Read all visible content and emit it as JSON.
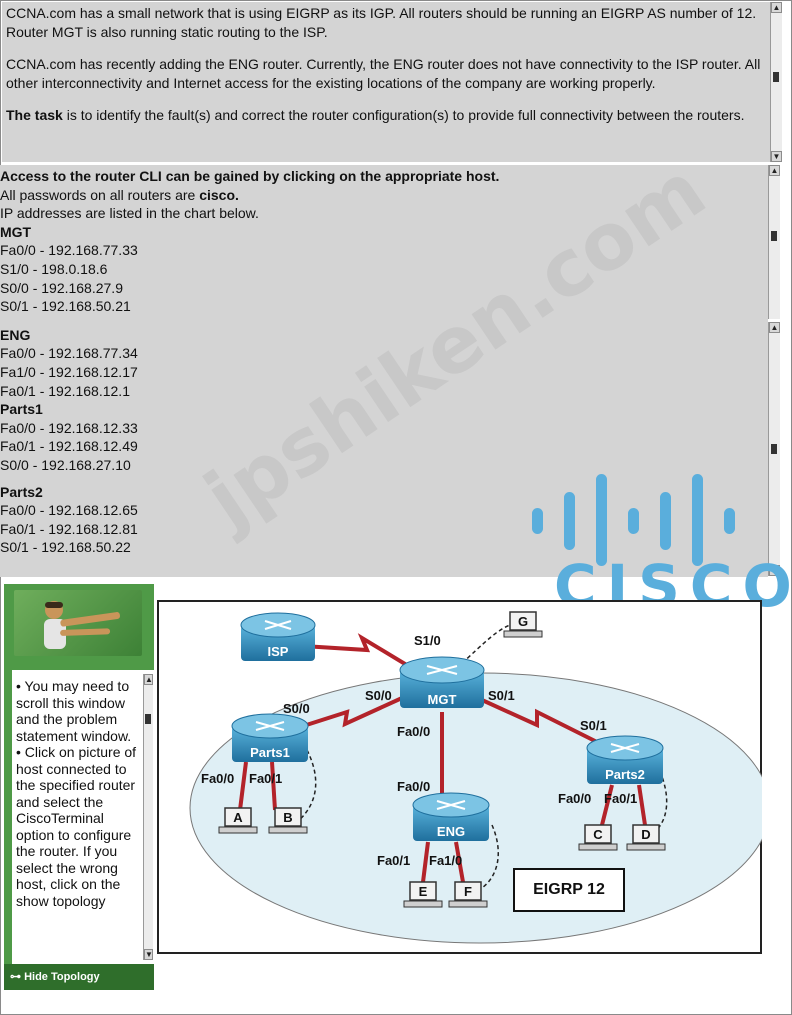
{
  "problem": {
    "para1": "CCNA.com has a small network that is using EIGRP as its IGP.  All routers should be running an EIGRP AS number of 12. Router MGT is also running static routing to the ISP.",
    "para2": "CCNA.com has recently adding the ENG router. Currently, the ENG router does not have connectivity to the ISP router. All other interconnectivity and Internet access for the existing locations of the company are working properly.",
    "task_label": "The task",
    "task_text": " is to identify the fault(s) and correct the router configuration(s) to provide full connectivity between  the routers."
  },
  "access": {
    "heading": "Access to the router CLI can be gained by clicking on the appropriate host.",
    "passwords_prefix": "All passwords on all routers are ",
    "password": "cisco.",
    "ip_intro": "IP addresses are listed in the chart below.",
    "routers": [
      {
        "name": "MGT",
        "interfaces": [
          "Fa0/0 - 192.168.77.33",
          "S1/0 - 198.0.18.6",
          "S0/0  - 192.168.27.9",
          "S0/1  - 192.168.50.21"
        ]
      },
      {
        "name": "ENG",
        "interfaces": [
          "Fa0/0 - 192.168.77.34",
          "Fa1/0 - 192.168.12.17",
          "Fa0/1 - 192.168.12.1"
        ]
      },
      {
        "name": "Parts1",
        "interfaces": [
          "Fa0/0 - 192.168.12.33",
          "Fa0/1 - 192.168.12.49",
          "S0/0  - 192.168.27.10"
        ]
      },
      {
        "name": "Parts2",
        "interfaces": [
          "Fa0/0 - 192.168.12.65",
          "Fa0/1 - 192.168.12.81",
          "S0/1  - 192.168.50.22"
        ]
      }
    ]
  },
  "logo": {
    "word": "CISCO",
    "color": "#5aaedc"
  },
  "watermark": "jpshiken.com",
  "sidebar": {
    "help_1": "• You may need to scroll this window and the problem statement window.",
    "help_2": "• Click on picture of host connected to the specified router and select the CiscoTerminal option to configure the router. If you select the wrong host, click on the show topology",
    "hide_topology": "Hide Topology",
    "accent": "#4f9a47"
  },
  "topology": {
    "routers": {
      "isp": "ISP",
      "mgt": "MGT",
      "parts1": "Parts1",
      "parts2": "Parts2",
      "eng": "ENG"
    },
    "interfaces": {
      "mgt_s1_0": "S1/0",
      "mgt_s0_0": "S0/0",
      "mgt_s0_1": "S0/1",
      "mgt_fa0_0": "Fa0/0",
      "parts1_s0_0": "S0/0",
      "parts1_fa0_0": "Fa0/0",
      "parts1_fa0_1": "Fa0/1",
      "parts2_s0_1": "S0/1",
      "parts2_fa0_0": "Fa0/0",
      "parts2_fa0_1": "Fa0/1",
      "eng_fa0_0": "Fa0/0",
      "eng_fa0_1": "Fa0/1",
      "eng_fa1_0": "Fa1/0"
    },
    "hosts": {
      "a": "A",
      "b": "B",
      "c": "C",
      "d": "D",
      "e": "E",
      "f": "F",
      "g": "G"
    },
    "eigrp_label": "EIGRP   12",
    "link_color": "#b3232a",
    "router_color": "#2e8fbf"
  }
}
